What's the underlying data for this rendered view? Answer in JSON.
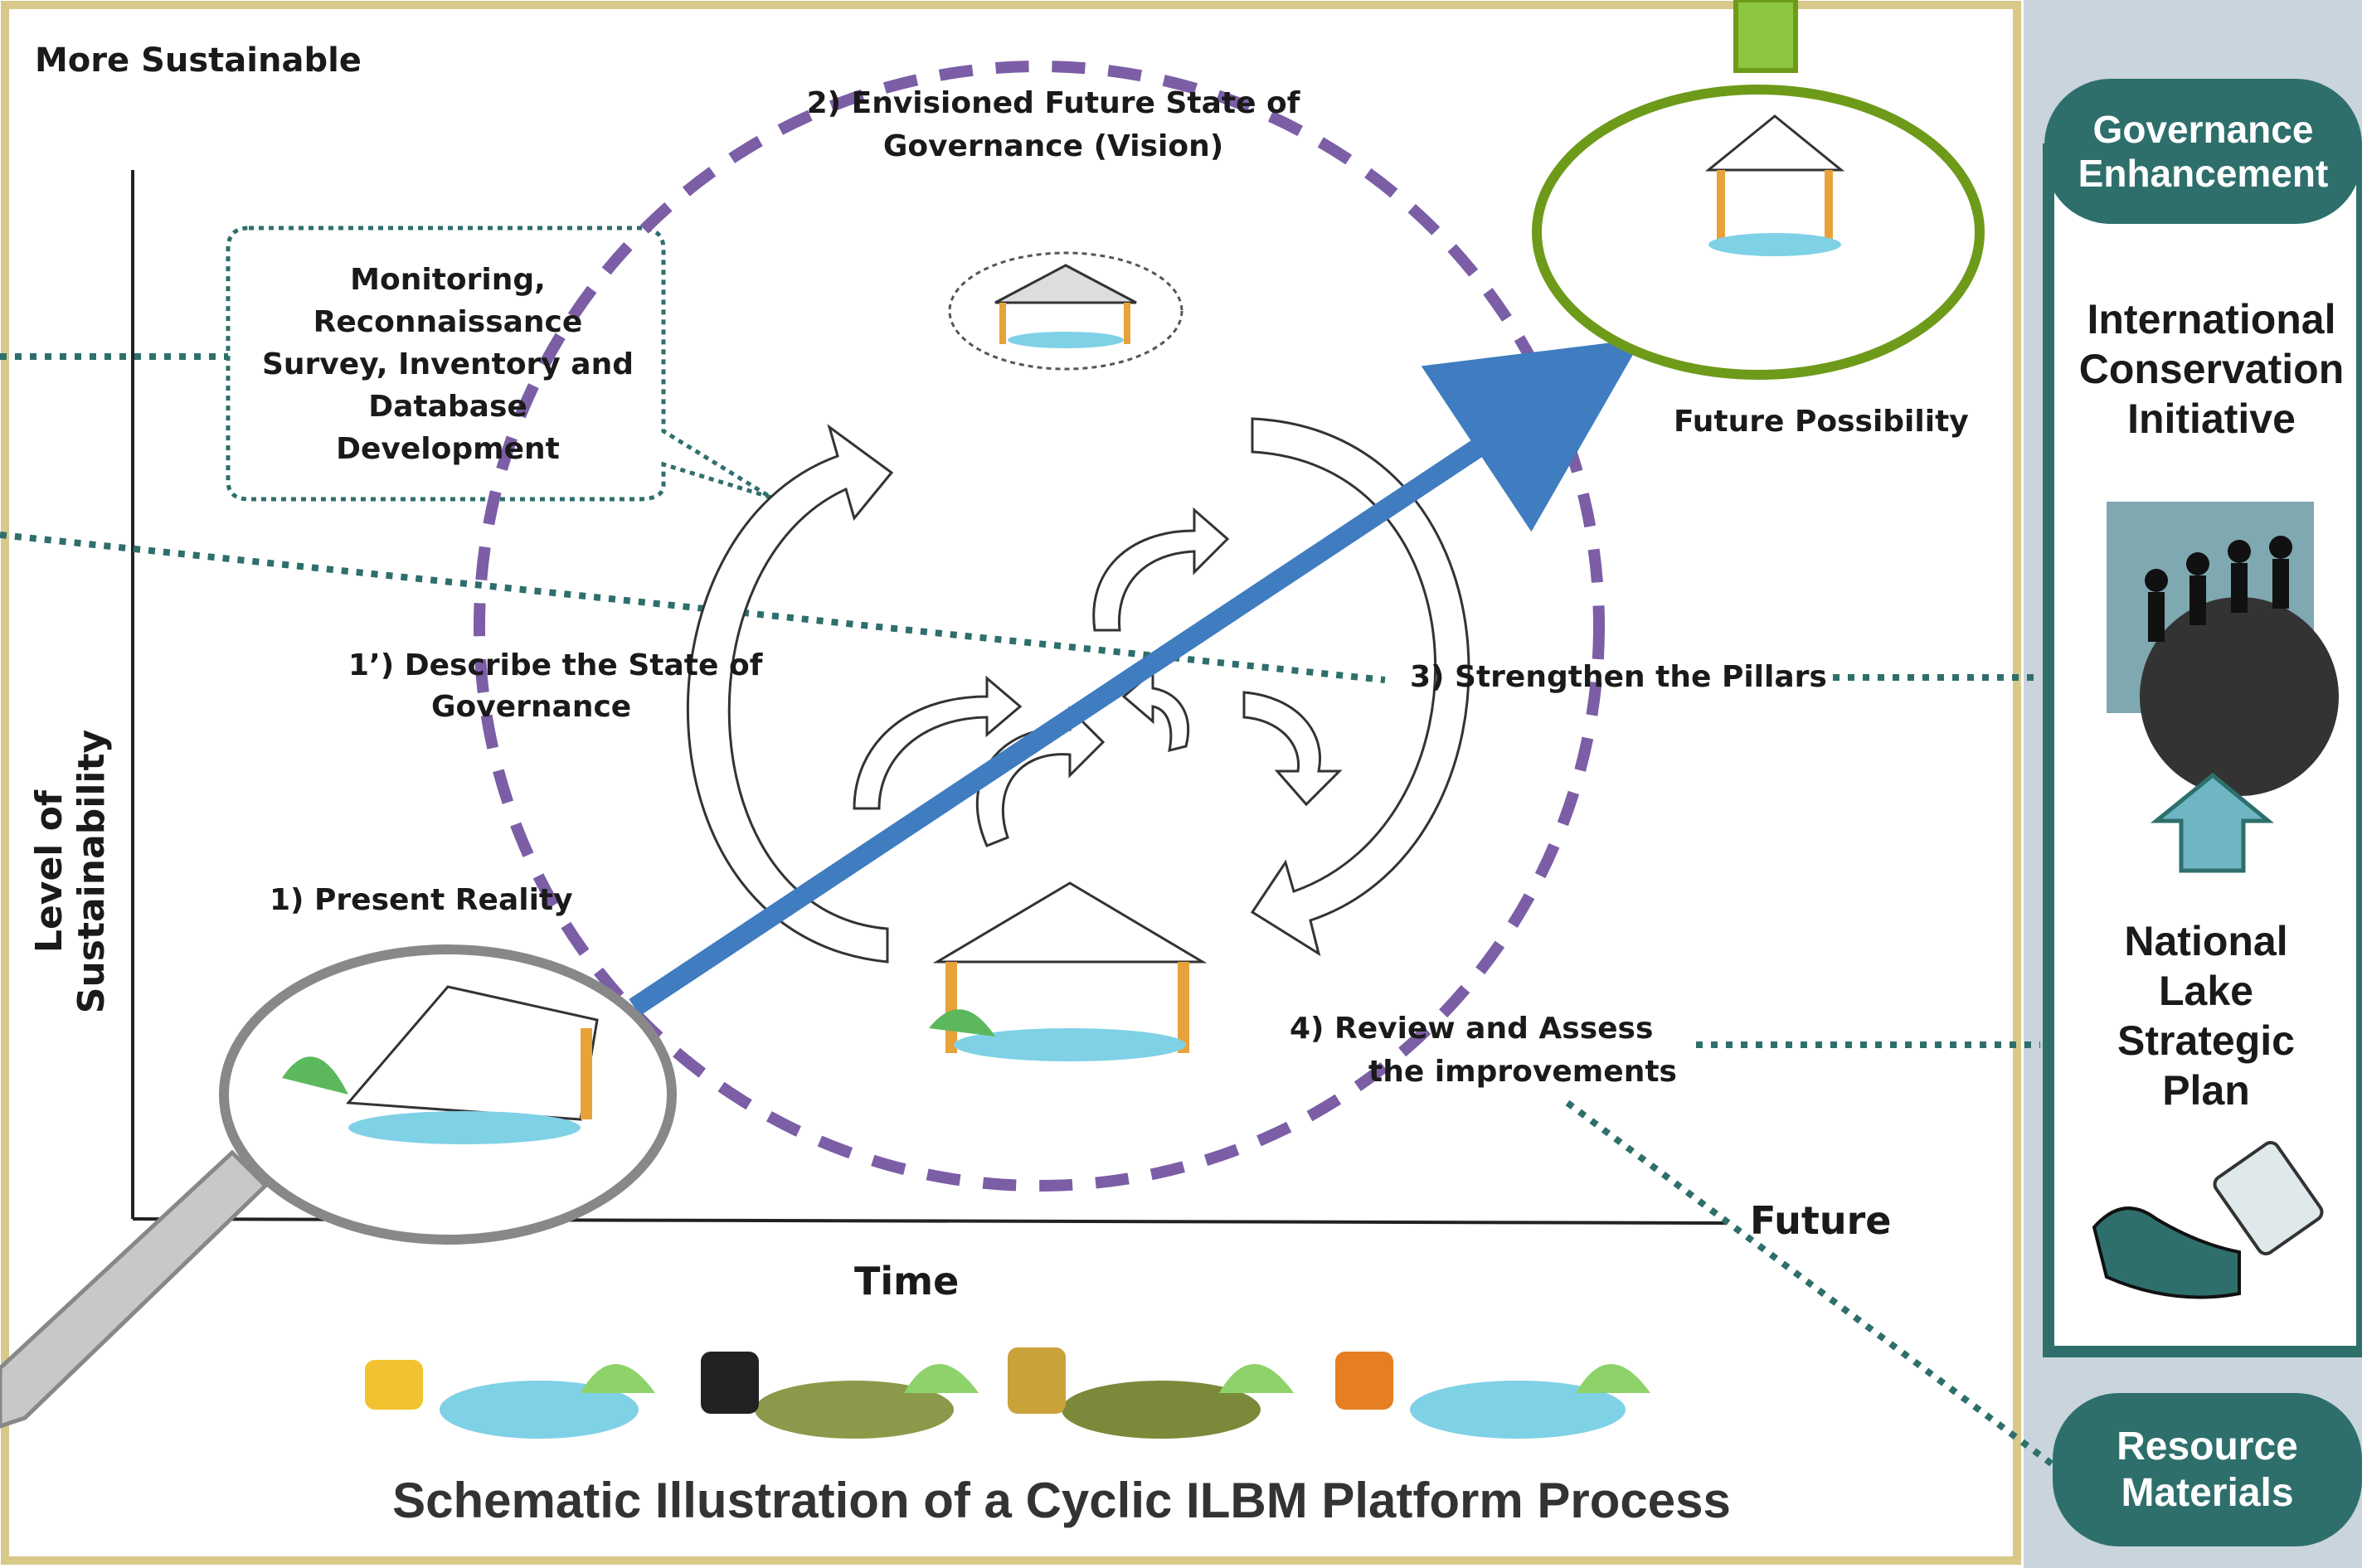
{
  "labels": {
    "more_sustainable": "More Sustainable",
    "monitoring": "Monitoring, Reconnaissance Survey, Inventory and Database Development",
    "vision_line1": "2) Envisioned Future State of",
    "vision_line2": "Governance (Vision)",
    "describe_line1": "1’)  Describe the State of",
    "describe_line2": "Governance",
    "present": "1) Present Reality",
    "strengthen": "3)  Strengthen the Pillars",
    "review_line1": "4)  Review and Assess",
    "review_line2": "the improvements",
    "future_possibility": "Future Possibility",
    "y_axis": "Level of Sustainability",
    "x_axis": "Time",
    "future": "Future",
    "title": "Schematic Illustration of a Cyclic ILBM Platform Process"
  },
  "sidebar": {
    "governance": "Governance Enhancement",
    "international": "International Conservation Initiative",
    "national": "National Lake Strategic Plan",
    "resource": "Resource Materials"
  },
  "colors": {
    "teal": "#2e6f6c",
    "purple_dash": "#7b5ea6",
    "green_ring": "#6e9a1a",
    "blue_arrow": "#3f7cc0",
    "gold_frame": "#d8c98a",
    "light_blue_arrow": "#6fb6c4"
  },
  "icons": [
    "magnifier-icon",
    "people-globe-icon",
    "map-scroll-icon",
    "up-arrow-icon",
    "pavilion-illustration",
    "fishing-cartoon"
  ]
}
